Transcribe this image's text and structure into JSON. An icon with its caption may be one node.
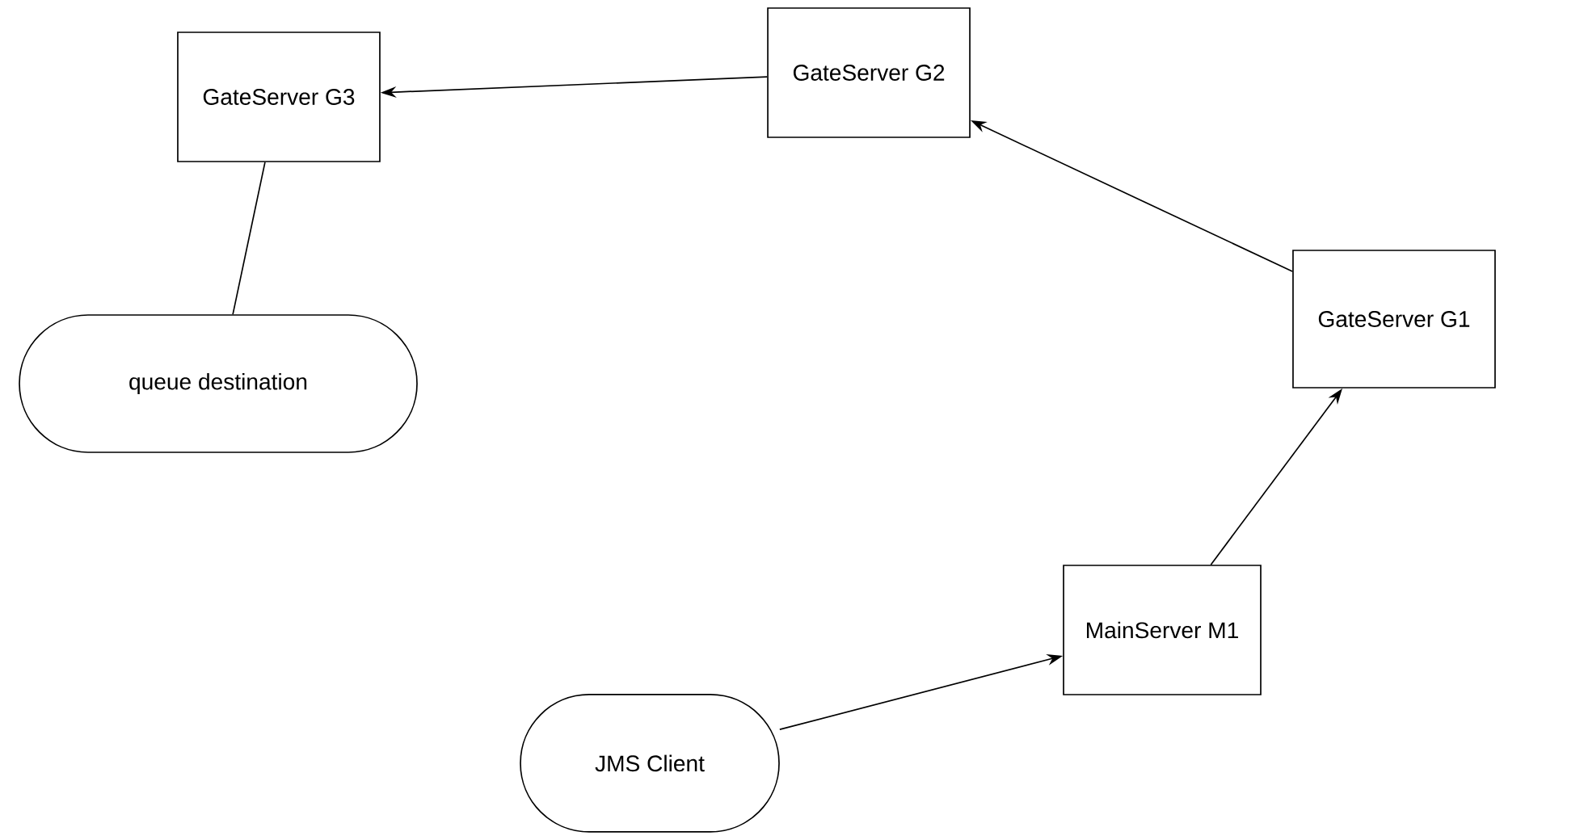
{
  "diagram": {
    "nodes": [
      {
        "text": [
          "GateServer G3"
        ]
      },
      {
        "text": [
          "GateServer G2"
        ]
      },
      {
        "text": [
          "GateServer G1"
        ]
      },
      {
        "text": [
          "queue destination"
        ]
      },
      {
        "text": [
          "MainServer M1"
        ]
      },
      {
        "text": [
          "JMS Client"
        ]
      }
    ],
    "edges": [
      {
        "from": 1,
        "to": 0,
        "arrow": "to"
      },
      {
        "from": 2,
        "to": 1,
        "arrow": "to"
      },
      {
        "from": 4,
        "to": 2,
        "arrow": "to"
      },
      {
        "from": 5,
        "to": 4,
        "arrow": "to"
      },
      {
        "from": 0,
        "to": 3,
        "arrow": "none"
      }
    ]
  }
}
